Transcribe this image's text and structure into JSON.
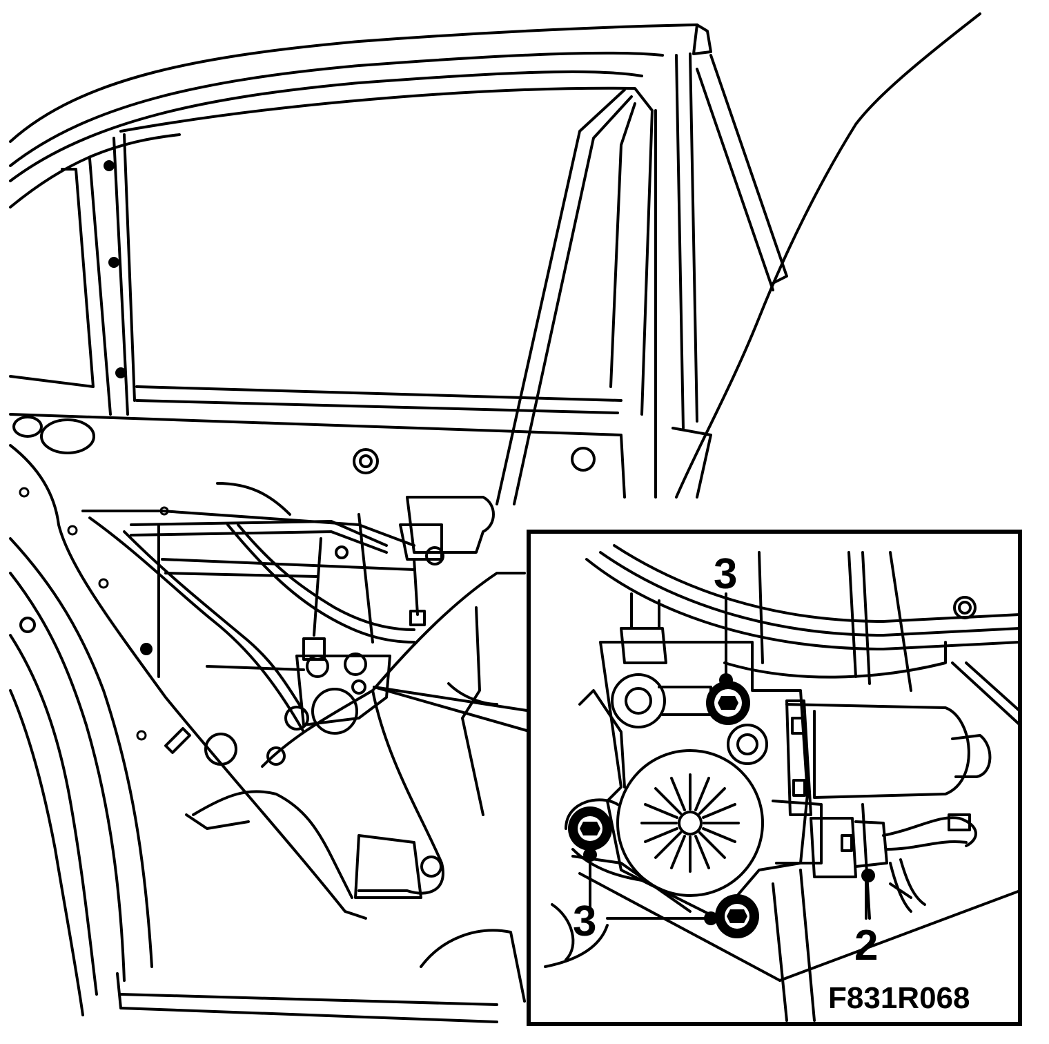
{
  "callouts": {
    "screw_top": "3",
    "screw_left": "3",
    "screw_bottom_label": "3",
    "connector": "2"
  },
  "figure_id": "F831R068",
  "icons": [
    "car-rear-door-outline",
    "window-regulator-motor",
    "detail-zoom-callout"
  ]
}
